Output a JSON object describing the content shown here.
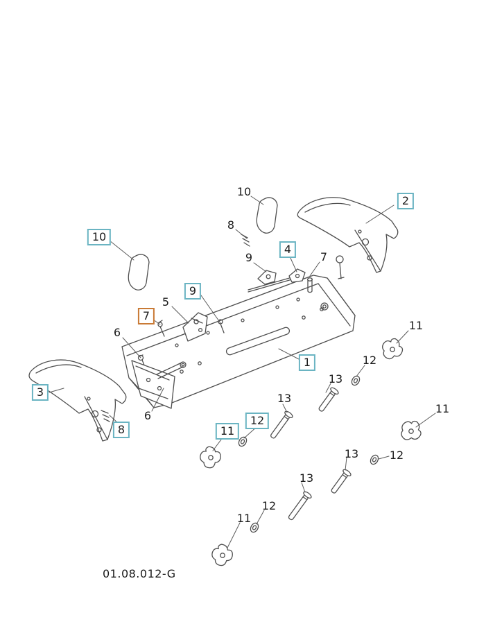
{
  "diagram": {
    "caption": "01.08.012-G",
    "colors": {
      "callout_box": "#6ab4c2",
      "callout_box_highlight": "#c97a35",
      "line": "#4f4f4f"
    },
    "callouts": [
      {
        "label": "2",
        "box": "teal"
      },
      {
        "label": "10",
        "box": "none"
      },
      {
        "label": "8",
        "box": "none"
      },
      {
        "label": "10",
        "box": "teal"
      },
      {
        "label": "4",
        "box": "teal"
      },
      {
        "label": "9",
        "box": "none"
      },
      {
        "label": "7",
        "box": "none"
      },
      {
        "label": "9",
        "box": "teal"
      },
      {
        "label": "5",
        "box": "none"
      },
      {
        "label": "7",
        "box": "orange"
      },
      {
        "label": "6",
        "box": "none"
      },
      {
        "label": "1",
        "box": "teal"
      },
      {
        "label": "11",
        "box": "none"
      },
      {
        "label": "12",
        "box": "none"
      },
      {
        "label": "13",
        "box": "none"
      },
      {
        "label": "3",
        "box": "teal"
      },
      {
        "label": "8",
        "box": "teal"
      },
      {
        "label": "6",
        "box": "none"
      },
      {
        "label": "13",
        "box": "none"
      },
      {
        "label": "12",
        "box": "teal"
      },
      {
        "label": "11",
        "box": "teal"
      },
      {
        "label": "11",
        "box": "none"
      },
      {
        "label": "12",
        "box": "none"
      },
      {
        "label": "13",
        "box": "none"
      },
      {
        "label": "13",
        "box": "none"
      },
      {
        "label": "12",
        "box": "none"
      },
      {
        "label": "11",
        "box": "none"
      }
    ]
  }
}
